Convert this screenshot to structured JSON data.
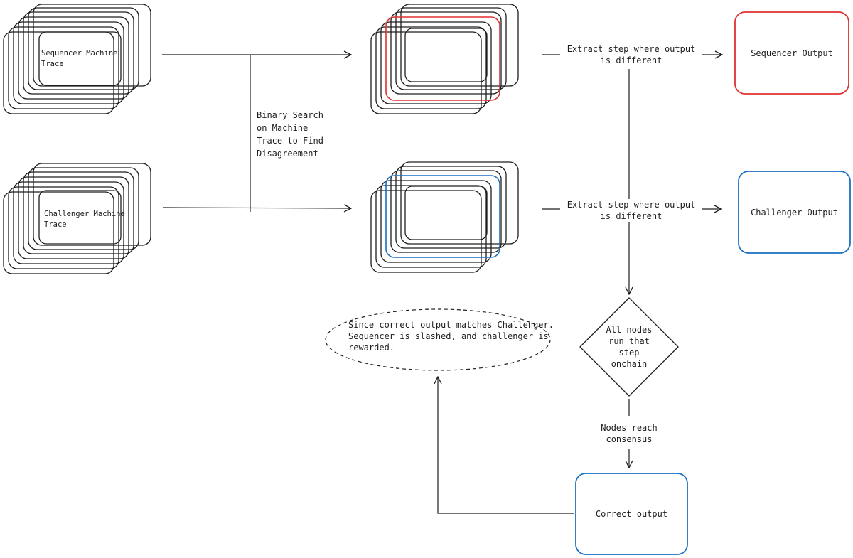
{
  "colors": {
    "ink": "#1e1e1e",
    "sequencer_red": "#e03131",
    "challenger_blue": "#1971c2"
  },
  "stacks": {
    "sequencer_trace_label": "Sequencer Machine\nTrace",
    "challenger_trace_label": "Challenger Machine\nTrace"
  },
  "labels": {
    "binary_search": "Binary Search\non Machine\nTrace to Find\nDisagreement",
    "extract_top": "Extract step where output\nis different",
    "extract_bottom": "Extract step where output\nis different",
    "consensus": "Nodes reach\nconsensus",
    "slash_note": "Since correct output matches Challenger.\nSequencer is slashed, and challenger is\nrewarded."
  },
  "outputs": {
    "sequencer": "Sequencer Output",
    "challenger": "Challenger Output",
    "correct": "Correct output"
  },
  "decision": {
    "text": "All nodes\nrun that\nstep\nonchain"
  }
}
